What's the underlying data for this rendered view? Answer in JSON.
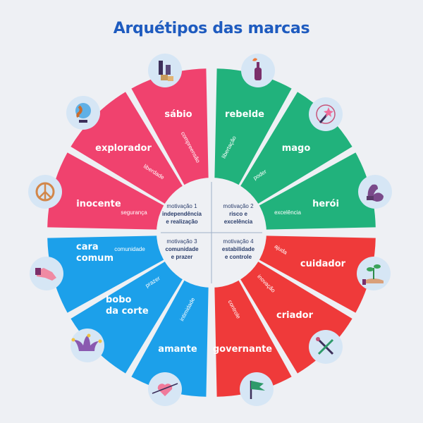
{
  "title": "Arquétipos das marcas",
  "colors": {
    "pink": "#f0426e",
    "green": "#21b27c",
    "blue": "#1ca0ea",
    "red": "#ef3a3a",
    "icon_bg": "#d6e6f5",
    "background": "#eef0f4",
    "title": "#1e5bbf"
  },
  "quadrants": [
    {
      "label": "motivação 1",
      "line1": "independência",
      "line2": "e realização"
    },
    {
      "label": "motivação 2",
      "line1": "risco e",
      "line2": "excelência"
    },
    {
      "label": "motivação 3",
      "line1": "comunidade",
      "line2": "e prazer"
    },
    {
      "label": "motivação 4",
      "line1": "estabilidade",
      "line2": "e controle"
    }
  ],
  "archetypes": [
    {
      "name": "sábio",
      "name_lines": [
        "sábio"
      ],
      "tag": "compreensão",
      "color": "pink",
      "icon": "chess-icon"
    },
    {
      "name": "explorador",
      "name_lines": [
        "explorador"
      ],
      "tag": "liberdade",
      "color": "pink",
      "icon": "globe-icon"
    },
    {
      "name": "inocente",
      "name_lines": [
        "inocente"
      ],
      "tag": "segurança",
      "color": "pink",
      "icon": "peace-icon"
    },
    {
      "name": "rebelde",
      "name_lines": [
        "rebelde"
      ],
      "tag": "libertação",
      "color": "green",
      "icon": "molotov-icon"
    },
    {
      "name": "mago",
      "name_lines": [
        "mago"
      ],
      "tag": "poder",
      "color": "green",
      "icon": "magic-wand-icon"
    },
    {
      "name": "herói",
      "name_lines": [
        "herói"
      ],
      "tag": "excelência",
      "color": "green",
      "icon": "flexed-arm-icon"
    },
    {
      "name": "cara comum",
      "name_lines": [
        "cara",
        "comum"
      ],
      "tag": "comunidade",
      "color": "blue",
      "icon": "handshake-icon"
    },
    {
      "name": "bobo da corte",
      "name_lines": [
        "bobo",
        "da corte"
      ],
      "tag": "prazer",
      "color": "blue",
      "icon": "jester-hat-icon"
    },
    {
      "name": "amante",
      "name_lines": [
        "amante"
      ],
      "tag": "intimidade",
      "color": "blue",
      "icon": "heart-arrow-icon"
    },
    {
      "name": "cuidador",
      "name_lines": [
        "cuidador"
      ],
      "tag": "ajuda",
      "color": "red",
      "icon": "plant-hand-icon"
    },
    {
      "name": "criador",
      "name_lines": [
        "criador"
      ],
      "tag": "inovação",
      "color": "red",
      "icon": "brushes-icon"
    },
    {
      "name": "governante",
      "name_lines": [
        "governante"
      ],
      "tag": "controle",
      "color": "red",
      "icon": "flag-icon"
    }
  ]
}
